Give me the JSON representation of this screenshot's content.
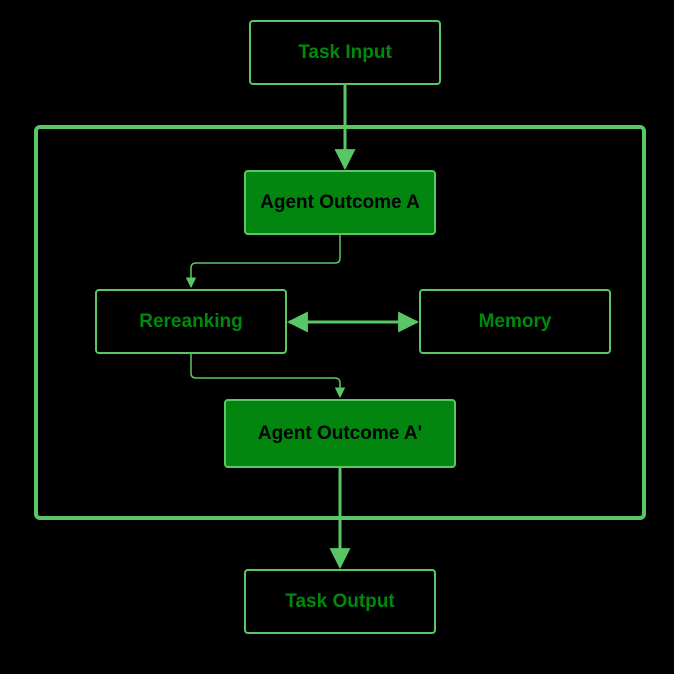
{
  "colors": {
    "background": "#000000",
    "stroke": "#5ac766",
    "text_green": "#008a0d",
    "fill_green": "#02860f",
    "text_dark": "#000000"
  },
  "nodes": {
    "task_input": "Task Input",
    "agent_outcome_a": "Agent Outcome A",
    "rereanking": "Rereanking",
    "memory": "Memory",
    "agent_outcome_a_prime": "Agent Outcome A'",
    "task_output": "Task Output"
  }
}
